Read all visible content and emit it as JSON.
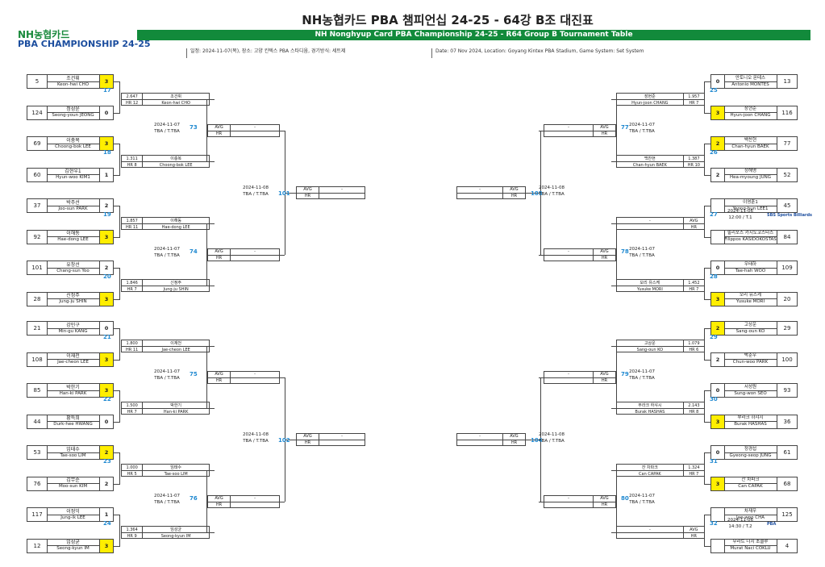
{
  "header": {
    "title": "NH농협카드 PBA 챔피언십 24-25 - 64강 B조 대진표",
    "subtitle": "NH Nonghyup Card PBA Championship 24-25 - R64 Group B Tournament Table",
    "logo_top": "NH농협카드",
    "logo_bottom": "PBA CHAMPIONSHIP 24-25",
    "info_ko": "일정: 2024-11-07(목), 장소: 고양 킨텍스 PBA 스타디움, 경기방식: 세트제",
    "info_en": "Date: 07 Nov 2024, Location: Goyang Kintex PBA Stadium, Game System: Set System"
  },
  "labels": {
    "avg": "AVG",
    "hr": "HR",
    "dash": "-",
    "tba": "TBA / T.TBA"
  },
  "left_players": [
    {
      "seed": "5",
      "ko": "조건휘",
      "en": "Keon-hwi CHO",
      "score": "3",
      "win": true
    },
    {
      "seed": "124",
      "ko": "정성윤",
      "en": "Seong-youn JEONG",
      "score": "0",
      "win": false
    },
    {
      "seed": "69",
      "ko": "이충복",
      "en": "Choong-bok LEE",
      "score": "3",
      "win": true
    },
    {
      "seed": "60",
      "ko": "김현우1",
      "en": "Hyun-woo KIM1",
      "score": "1",
      "win": false
    },
    {
      "seed": "37",
      "ko": "박주선",
      "en": "Joo-sun PARK",
      "score": "2",
      "win": false
    },
    {
      "seed": "92",
      "ko": "이해동",
      "en": "Hae-dong LEE",
      "score": "3",
      "win": true
    },
    {
      "seed": "101",
      "ko": "유창선",
      "en": "Chang-sun Yoo",
      "score": "2",
      "win": false
    },
    {
      "seed": "28",
      "ko": "신정주",
      "en": "Jung-ju SHIN",
      "score": "3",
      "win": true
    },
    {
      "seed": "21",
      "ko": "강민구",
      "en": "Min-gu KANG",
      "score": "0",
      "win": false
    },
    {
      "seed": "108",
      "ko": "이재천",
      "en": "Jae-cheon LEE",
      "score": "3",
      "win": true
    },
    {
      "seed": "85",
      "ko": "박한기",
      "en": "Han-ki PARK",
      "score": "3",
      "win": true
    },
    {
      "seed": "44",
      "ko": "황득희",
      "en": "Durk-hee HWANG",
      "score": "0",
      "win": false
    },
    {
      "seed": "53",
      "ko": "임태수",
      "en": "Tae-soo LIM",
      "score": "2",
      "win": true
    },
    {
      "seed": "76",
      "ko": "김무순",
      "en": "Moo-sun KIM",
      "score": "2",
      "win": false
    },
    {
      "seed": "117",
      "ko": "이정익",
      "en": "Jung-ik LEE",
      "score": "1",
      "win": false
    },
    {
      "seed": "12",
      "ko": "임성균",
      "en": "Seong-kyun IM",
      "score": "3",
      "win": true
    }
  ],
  "right_players": [
    {
      "seed": "13",
      "ko": "안토니오 몬테스",
      "en": "Antonio MONTES",
      "score": "0",
      "win": false
    },
    {
      "seed": "116",
      "ko": "장현준",
      "en": "Hyun-joon CHANG",
      "score": "3",
      "win": true
    },
    {
      "seed": "77",
      "ko": "백찬현",
      "en": "Chan-hyun BAEK",
      "score": "2",
      "win": true
    },
    {
      "seed": "52",
      "ko": "정해명",
      "en": "Hea-myoung JUNG",
      "score": "2",
      "win": false
    },
    {
      "seed": "45",
      "ko": "이영훈1",
      "en": "Yeong-hun LEE1",
      "score": "",
      "win": false
    },
    {
      "seed": "84",
      "ko": "필리포스 카시도코스타스",
      "en": "Filippos KASIDOKOSTAS",
      "score": "",
      "win": false
    },
    {
      "seed": "109",
      "ko": "우태하",
      "en": "Tae-hah WOO",
      "score": "0",
      "win": false
    },
    {
      "seed": "20",
      "ko": "모리 유스케",
      "en": "Yusuke MORI",
      "score": "3",
      "win": true
    },
    {
      "seed": "29",
      "ko": "고상운",
      "en": "Sang-oun KO",
      "score": "2",
      "win": true
    },
    {
      "seed": "100",
      "ko": "박춘우",
      "en": "Chun-woo PARK",
      "score": "2",
      "win": false
    },
    {
      "seed": "93",
      "ko": "서성원",
      "en": "Sung-won SEO",
      "score": "0",
      "win": false
    },
    {
      "seed": "36",
      "ko": "부라크 하샤시",
      "en": "Burak HASHAS",
      "score": "3",
      "win": true
    },
    {
      "seed": "61",
      "ko": "정경섭",
      "en": "Gyeong-seop JUNG",
      "score": "0",
      "win": false
    },
    {
      "seed": "68",
      "ko": "잔 차파크",
      "en": "Can CAPAK",
      "score": "3",
      "win": true
    },
    {
      "seed": "125",
      "ko": "차재우",
      "en": "Jae-woo CHA",
      "score": "",
      "win": false
    },
    {
      "seed": "4",
      "ko": "무라트 나지 초클루",
      "en": "Murat Naci COKLU",
      "score": "",
      "win": false
    }
  ],
  "left_r1": [
    {
      "num": "17",
      "avg": "2.647",
      "hr": "HR 12",
      "ko": "조건휘",
      "en": "Keon-hwi CHO"
    },
    {
      "num": "18",
      "avg": "1.311",
      "hr": "HR 8",
      "ko": "이충복",
      "en": "Choong-bok LEE"
    },
    {
      "num": "19",
      "avg": "1.857",
      "hr": "HR 11",
      "ko": "이해동",
      "en": "Hae-dong LEE"
    },
    {
      "num": "20",
      "avg": "1.846",
      "hr": "HR 7",
      "ko": "신정주",
      "en": "Jung-ju SHIN"
    },
    {
      "num": "21",
      "avg": "1.800",
      "hr": "HR 11",
      "ko": "이재천",
      "en": "Jae-cheon LEE"
    },
    {
      "num": "22",
      "avg": "1.500",
      "hr": "HR 7",
      "ko": "박한기",
      "en": "Han-ki PARK"
    },
    {
      "num": "23",
      "avg": "1.000",
      "hr": "HR 5",
      "ko": "임태수",
      "en": "Tae-soo LIM"
    },
    {
      "num": "24",
      "avg": "1.364",
      "hr": "HR 9",
      "ko": "임성균",
      "en": "Seong-kyun IM"
    }
  ],
  "right_r1": [
    {
      "num": "25",
      "avg": "1.957",
      "hr": "HR 7",
      "ko": "장현준",
      "en": "Hyun-joon CHANG"
    },
    {
      "num": "26",
      "avg": "1.387",
      "hr": "HR 10",
      "ko": "백찬현",
      "en": "Chan-hyun BAEK"
    },
    {
      "num": "27",
      "avg": "AVG",
      "hr": "HR",
      "ko": "-",
      "en": "",
      "date": "2024-11-06",
      "time": "12:00 / T.1",
      "sponsor": "SBS Sports Billiards"
    },
    {
      "num": "28",
      "avg": "1.452",
      "hr": "HR 7",
      "ko": "모리 유스케",
      "en": "Yusuke MORI"
    },
    {
      "num": "29",
      "avg": "1.079",
      "hr": "HR 6",
      "ko": "고상운",
      "en": "Sang-oun KO"
    },
    {
      "num": "30",
      "avg": "2.143",
      "hr": "HR 8",
      "ko": "부라크 하샤시",
      "en": "Burak HASHAS"
    },
    {
      "num": "31",
      "avg": "1.324",
      "hr": "HR 7",
      "ko": "잔 차파크",
      "en": "Can CAPAK"
    },
    {
      "num": "32",
      "avg": "AVG",
      "hr": "HR",
      "ko": "-",
      "en": "",
      "date": "2024-11-06",
      "time": "14:30 / T.2",
      "sponsor": "PBA"
    }
  ],
  "left_r2": [
    {
      "num": "73",
      "date": "2024-11-07",
      "time": "TBA / T.TBA"
    },
    {
      "num": "74",
      "date": "2024-11-07",
      "time": "TBA / T.TBA"
    },
    {
      "num": "75",
      "date": "2024-11-07",
      "time": "TBA / T.TBA"
    },
    {
      "num": "76",
      "date": "2024-11-07",
      "time": "TBA / T.TBA"
    }
  ],
  "right_r2": [
    {
      "num": "77",
      "date": "2024-11-07",
      "time": "TBA / T.TBA"
    },
    {
      "num": "78",
      "date": "2024-11-07",
      "time": "TBA / T.TBA"
    },
    {
      "num": "79",
      "date": "2024-11-07",
      "time": "TBA / T.TBA"
    },
    {
      "num": "80",
      "date": "2024-11-07",
      "time": "TBA / T.TBA"
    }
  ],
  "left_r3": [
    {
      "num": "101",
      "date": "2024-11-08",
      "time": "TBA / T.TBA"
    },
    {
      "num": "102",
      "date": "2024-11-08",
      "time": "TBA / T.TBA"
    }
  ],
  "right_r3": [
    {
      "num": "103",
      "date": "2024-11-08",
      "time": "TBA / T.TBA"
    },
    {
      "num": "104",
      "date": "2024-11-08",
      "time": "TBA / T.TBA"
    }
  ]
}
